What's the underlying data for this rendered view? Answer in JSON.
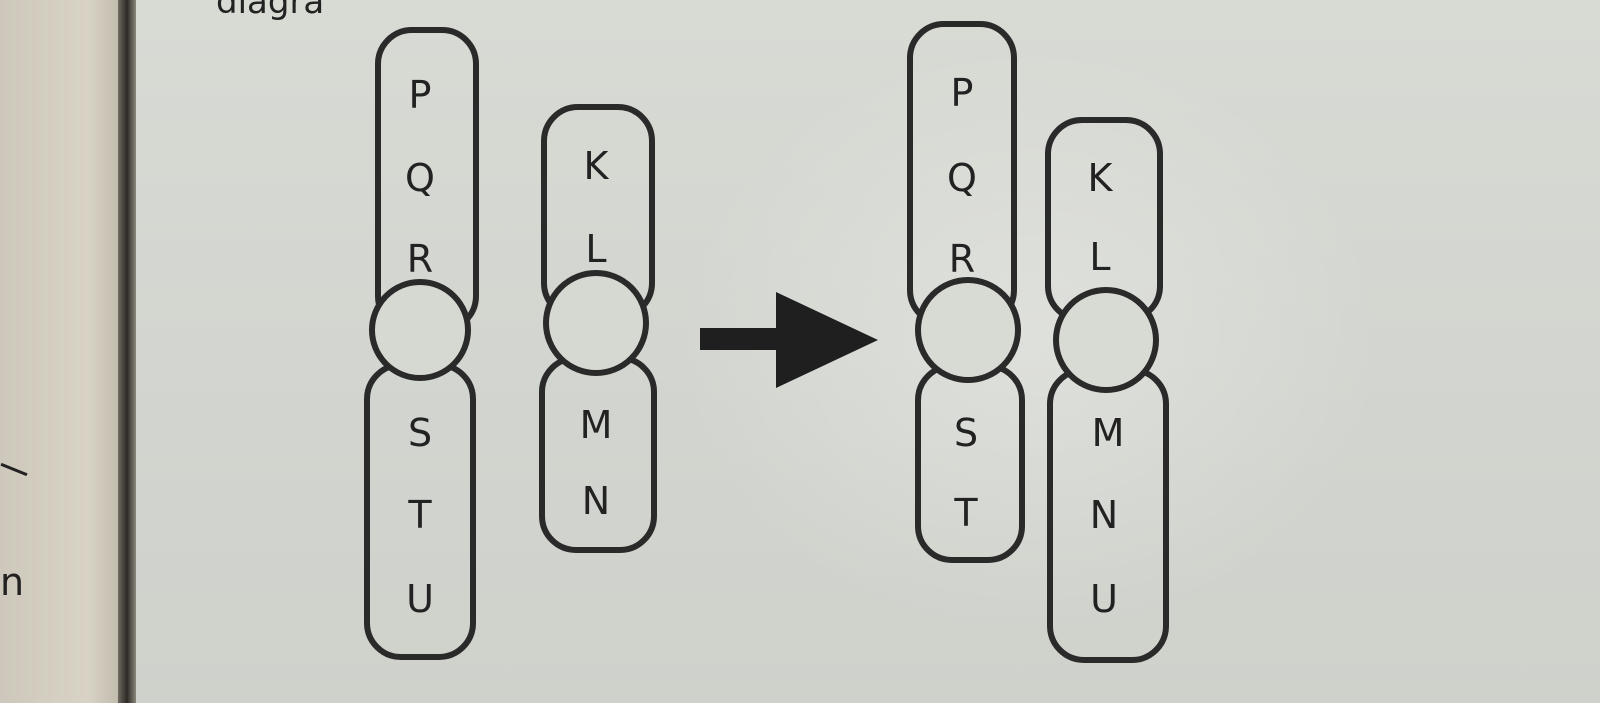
{
  "caption": "diagra",
  "left_page_fragment": "n",
  "before": {
    "chromosome_1": {
      "top_arm": [
        "P",
        "Q",
        "R"
      ],
      "bottom_arm": [
        "S",
        "T",
        "U"
      ]
    },
    "chromosome_2": {
      "top_arm": [
        "K",
        "L"
      ],
      "bottom_arm": [
        "M",
        "N"
      ]
    }
  },
  "after": {
    "chromosome_1": {
      "top_arm": [
        "P",
        "Q",
        "R"
      ],
      "bottom_arm": [
        "S",
        "T"
      ]
    },
    "chromosome_2": {
      "top_arm": [
        "K",
        "L"
      ],
      "bottom_arm": [
        "M",
        "N",
        "U"
      ]
    }
  }
}
